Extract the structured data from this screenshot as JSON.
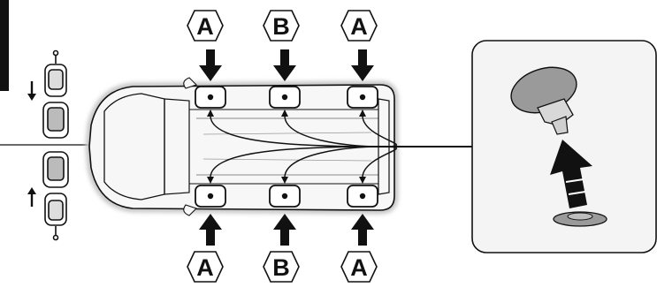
{
  "labels": {
    "top": [
      "A",
      "B",
      "A"
    ],
    "bottom": [
      "A",
      "B",
      "A"
    ]
  },
  "colors": {
    "line": "#111111",
    "arrow": "#111111",
    "car_fill": "#f6f6f6",
    "car_glow": "#cfcfcf",
    "detail_fill": "#f4f4f4",
    "pad_fill": "#9a9a9a"
  },
  "icons": {
    "lift_arrow": "arrow-down-icon",
    "jack_point": "jack-point-icon",
    "rubber_pad": "rubber-pad-icon"
  }
}
